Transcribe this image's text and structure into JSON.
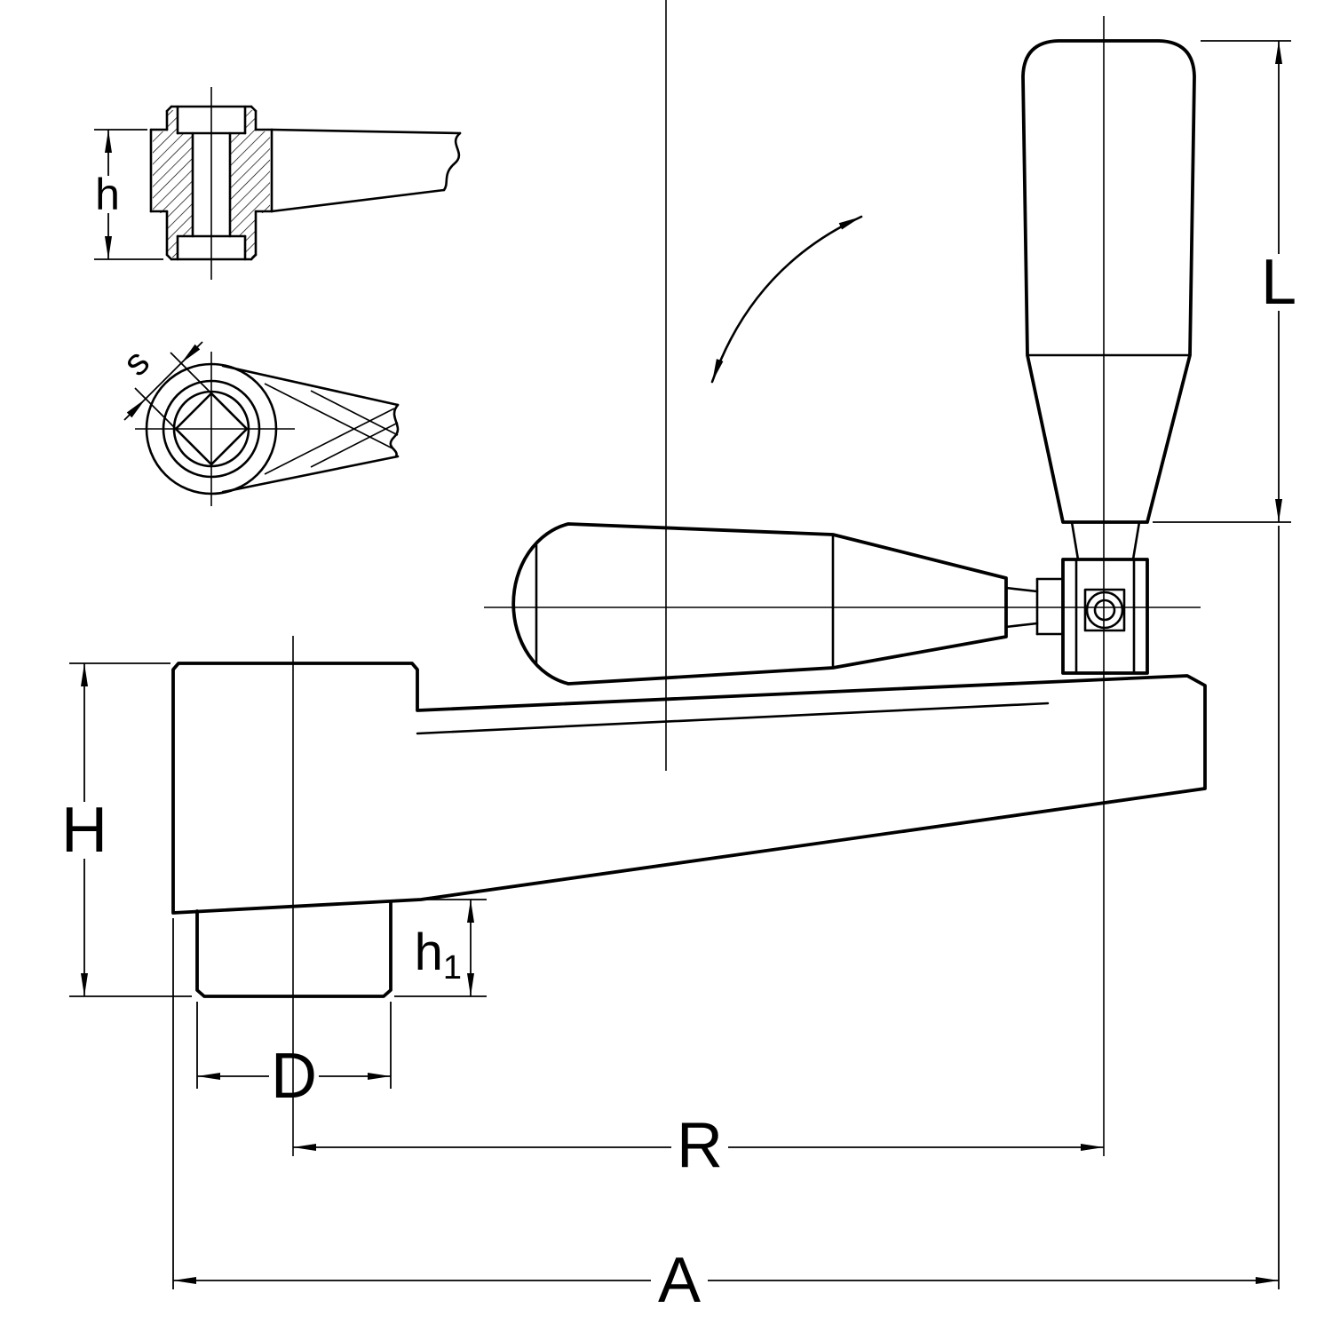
{
  "drawing": {
    "background": "#ffffff",
    "line_color": "#000000",
    "labels": {
      "h": "h",
      "s": "s",
      "L": "L",
      "H": "H",
      "h1_base": "h",
      "h1_sub": "1",
      "D": "D",
      "R": "R",
      "A": "A"
    }
  }
}
